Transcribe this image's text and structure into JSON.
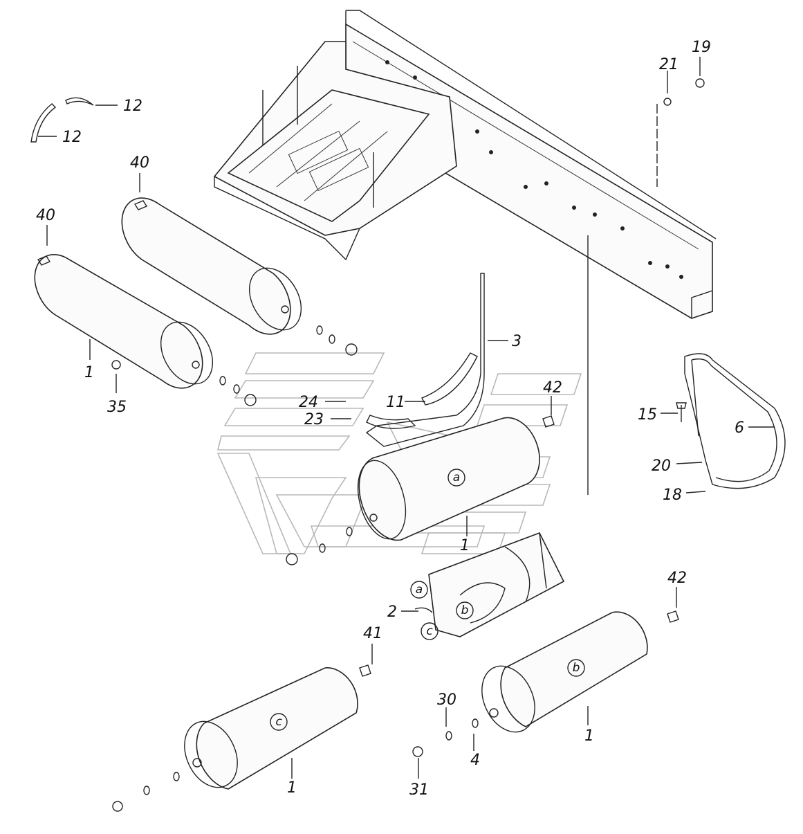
{
  "callouts": {
    "c19": "19",
    "c21": "21",
    "c12a": "12",
    "c12b": "12",
    "c40a": "40",
    "c40b": "40",
    "c3": "3",
    "c1a": "1",
    "c35": "35",
    "c24": "24",
    "c11": "11",
    "c42a": "42",
    "c23": "23",
    "c15": "15",
    "c6": "6",
    "c20": "20",
    "c18": "18",
    "c1b": "1",
    "c2": "2",
    "c42b": "42",
    "c41": "41",
    "c30": "30",
    "c4": "4",
    "c1c": "1",
    "c1d": "1",
    "c31": "31"
  },
  "markers": {
    "a_tank": "a",
    "a_bracket": "a",
    "b_bracket": "b",
    "c_bracket": "c",
    "b_tank": "b",
    "c_tank": "c"
  },
  "colors": {
    "line": "#222222",
    "paper": "#ffffff",
    "watermark": "#b8b8b8"
  }
}
